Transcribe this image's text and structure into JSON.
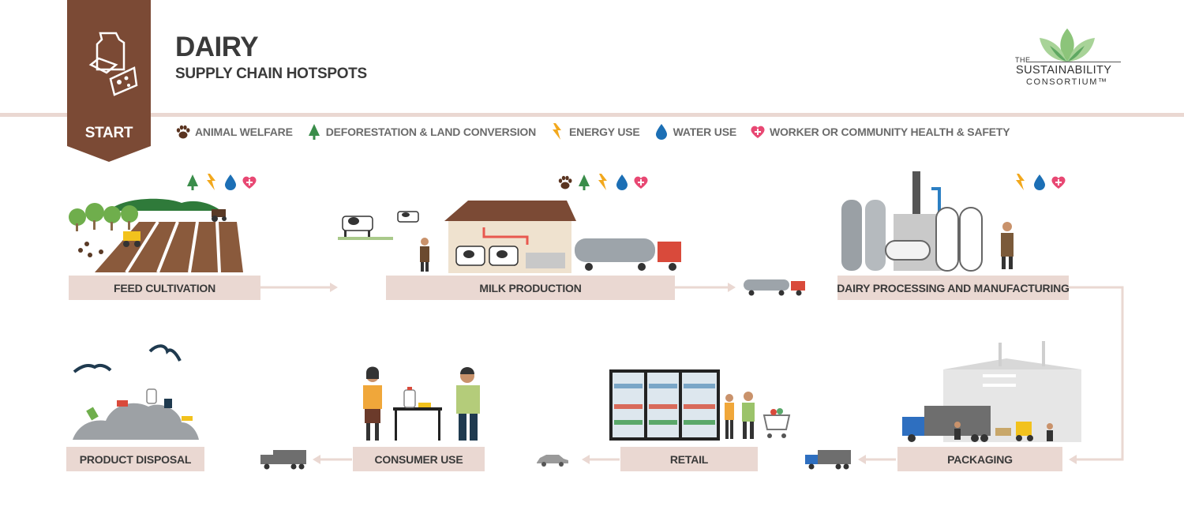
{
  "header": {
    "title": "DAIRY",
    "subtitle": "SUPPLY CHAIN HOTSPOTS",
    "start_label": "START",
    "accent_color": "#7b4a35"
  },
  "logo": {
    "the": "THE",
    "name": "SUSTAINABILITY",
    "consortium": "CONSORTIUM™"
  },
  "legend": [
    {
      "icon": "paw-icon",
      "label": "ANIMAL WELFARE",
      "color": "#5a3420"
    },
    {
      "icon": "tree-icon",
      "label": "DEFORESTATION & LAND CONVERSION",
      "color": "#3a8d4a"
    },
    {
      "icon": "lightning-icon",
      "label": "ENERGY USE",
      "color": "#f2a81d"
    },
    {
      "icon": "water-drop-icon",
      "label": "WATER USE",
      "color": "#1c6fb5"
    },
    {
      "icon": "health-heart-icon",
      "label": "WORKER OR COMMUNITY HEALTH & SAFETY",
      "color": "#e84873"
    }
  ],
  "stages": [
    {
      "label": "FEED CULTIVATION",
      "hotspots": [
        "tree-icon",
        "lightning-icon",
        "water-drop-icon",
        "health-heart-icon"
      ]
    },
    {
      "label": "MILK PRODUCTION",
      "hotspots": [
        "paw-icon",
        "tree-icon",
        "lightning-icon",
        "water-drop-icon",
        "health-heart-icon"
      ]
    },
    {
      "label": "DAIRY PROCESSING AND MANUFACTURING",
      "hotspots": [
        "lightning-icon",
        "water-drop-icon",
        "health-heart-icon"
      ]
    },
    {
      "label": "PACKAGING",
      "hotspots": []
    },
    {
      "label": "RETAIL",
      "hotspots": []
    },
    {
      "label": "CONSUMER USE",
      "hotspots": []
    },
    {
      "label": "PRODUCT DISPOSAL",
      "hotspots": []
    }
  ],
  "colors": {
    "stage_bg": "#ead8d2",
    "arrow": "#ead8d2",
    "text": "#3a3a3a"
  }
}
